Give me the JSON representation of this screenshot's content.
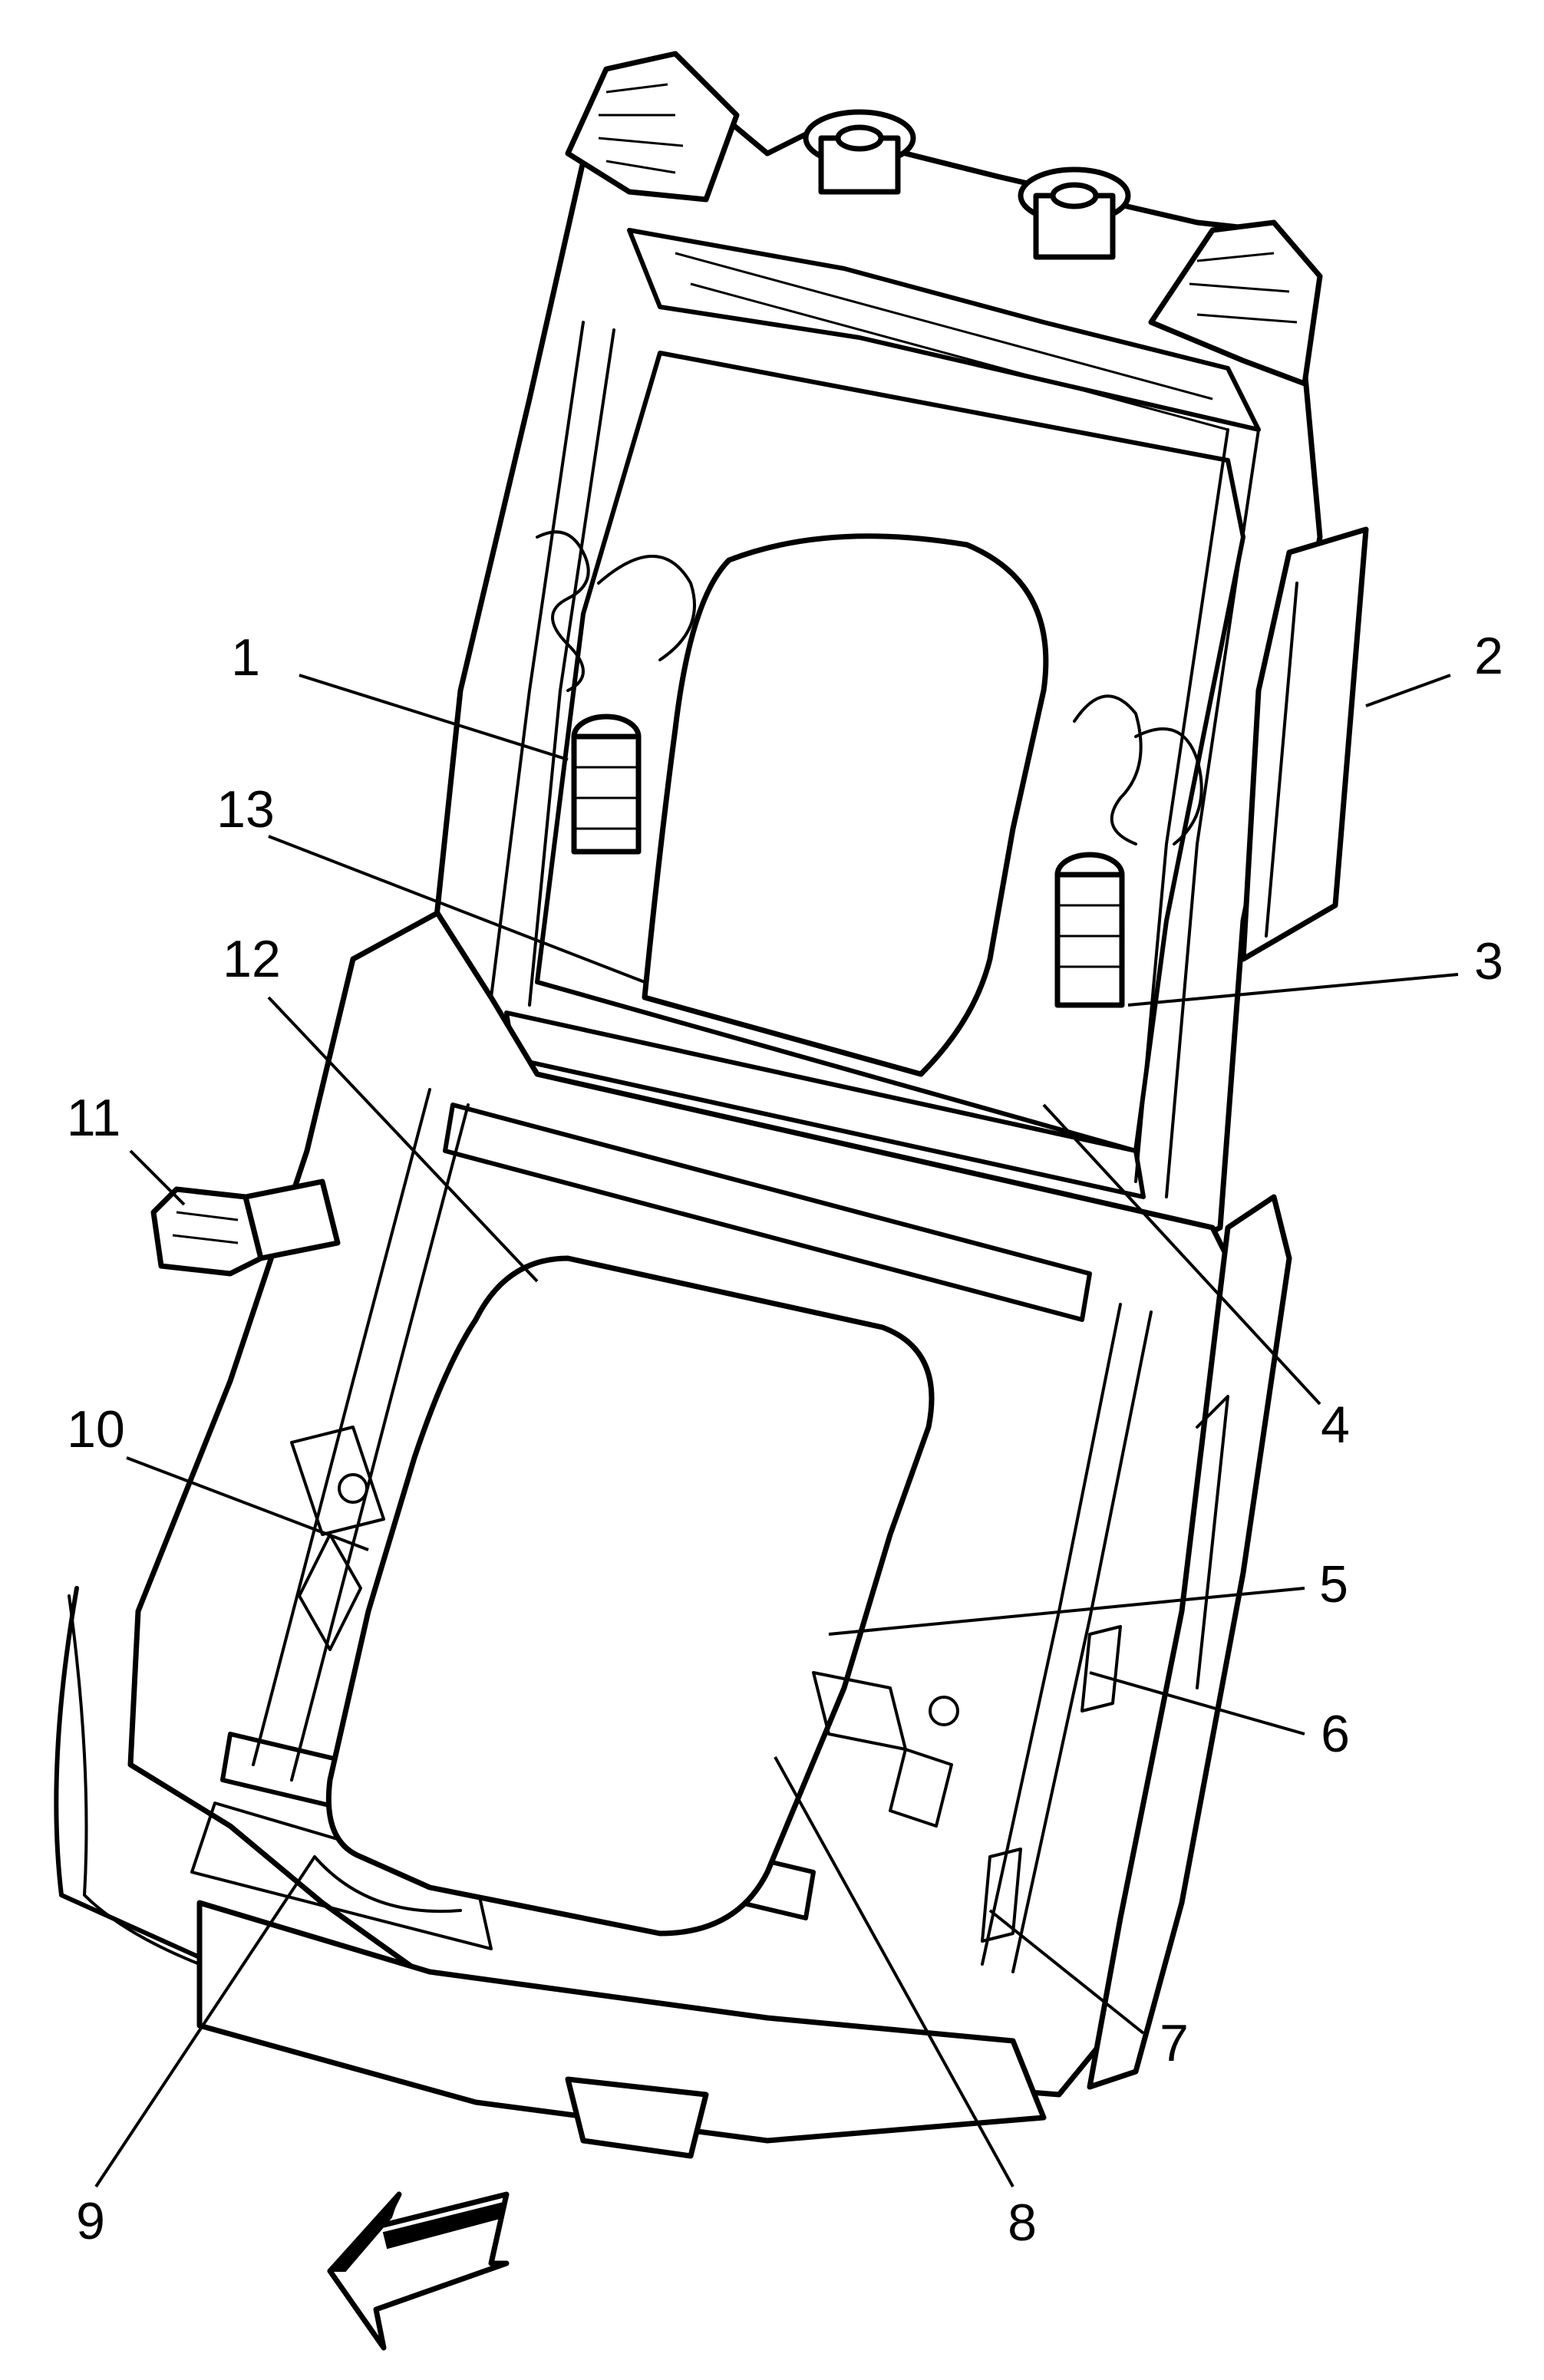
{
  "callouts": [
    {
      "id": "1",
      "label": "1"
    },
    {
      "id": "2",
      "label": "2"
    },
    {
      "id": "3",
      "label": "3"
    },
    {
      "id": "4",
      "label": "4"
    },
    {
      "id": "5",
      "label": "5"
    },
    {
      "id": "6",
      "label": "6"
    },
    {
      "id": "7",
      "label": "7"
    },
    {
      "id": "8",
      "label": "8"
    },
    {
      "id": "9",
      "label": "9"
    },
    {
      "id": "10",
      "label": "10"
    },
    {
      "id": "11",
      "label": "11"
    },
    {
      "id": "12",
      "label": "12"
    },
    {
      "id": "13",
      "label": "13"
    }
  ],
  "icons": {
    "direction_arrow": "front-direction-arrow-icon"
  },
  "colors": {
    "line": "#000000",
    "fill": "#ffffff"
  }
}
